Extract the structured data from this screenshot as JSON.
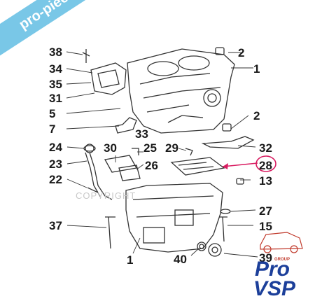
{
  "callouts": {
    "n1_top": "1",
    "n1_bottom": "1",
    "n2_top": "2",
    "n2_mid": "2",
    "n5": "5",
    "n7": "7",
    "n13": "13",
    "n15": "15",
    "n22": "22",
    "n23": "23",
    "n24": "24",
    "n25": "25",
    "n26": "26",
    "n27": "27",
    "n28": "28",
    "n29": "29",
    "n30": "30",
    "n31": "31",
    "n32": "32",
    "n33": "33",
    "n34": "34",
    "n35": "35",
    "n37": "37",
    "n38": "38",
    "n39": "39",
    "n40": "40"
  },
  "watermark": {
    "banner": "pro-pieces-vsp.com",
    "copyright": "COPYRIGHT"
  },
  "logo": {
    "group": "GROUP",
    "pro": "Pro",
    "vsp": "VSP"
  },
  "colors": {
    "banner": "#6ec3e6",
    "highlight": "#d81b60",
    "logo_blue": "#1c3f9a",
    "logo_red": "#c0392b"
  }
}
